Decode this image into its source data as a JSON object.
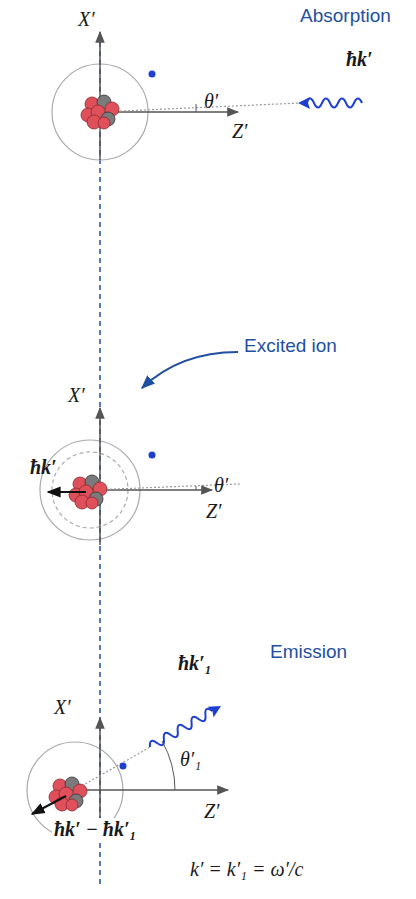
{
  "diagram": {
    "labels": [
      "Absorption",
      "ħk′",
      "X′",
      "θ′",
      "Z′",
      "Excited ion",
      "X′",
      "ħk′",
      "θ′",
      "Z′",
      "Emission",
      "ħk′₁",
      "X′",
      "θ′₁",
      "Z′",
      "ħk′ − ħk′₁",
      "k′ = k′₁ = ω′/c"
    ]
  }
}
